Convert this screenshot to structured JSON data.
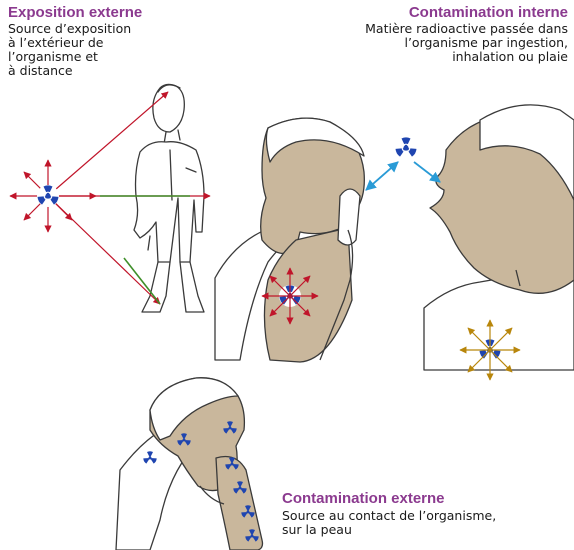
{
  "colors": {
    "heading": "#8b3a8f",
    "tint": "#c9b79c",
    "arrow_red": "#c0152a",
    "arrow_green": "#3f8f2a",
    "arrow_blue": "#2a9bd6",
    "arrow_gold": "#b8860b",
    "trefoil": "#1f45b0",
    "outline": "#3a3a3a"
  },
  "icons": [
    "radiation-trefoil-icon",
    "arrow-icon"
  ],
  "external_exposure": {
    "title": "Exposition externe",
    "lines": [
      "Source d’exposition",
      "à l’extérieur de",
      "l’organisme et",
      "à distance"
    ]
  },
  "internal_contamination": {
    "title": "Contamination interne",
    "lines": [
      "Matière radioactive passée dans",
      "l’organisme par ingestion,",
      "inhalation ou plaie"
    ]
  },
  "external_contamination": {
    "title": "Contamination externe",
    "lines": [
      "Source au contact de l’organisme,",
      "sur la peau"
    ]
  }
}
